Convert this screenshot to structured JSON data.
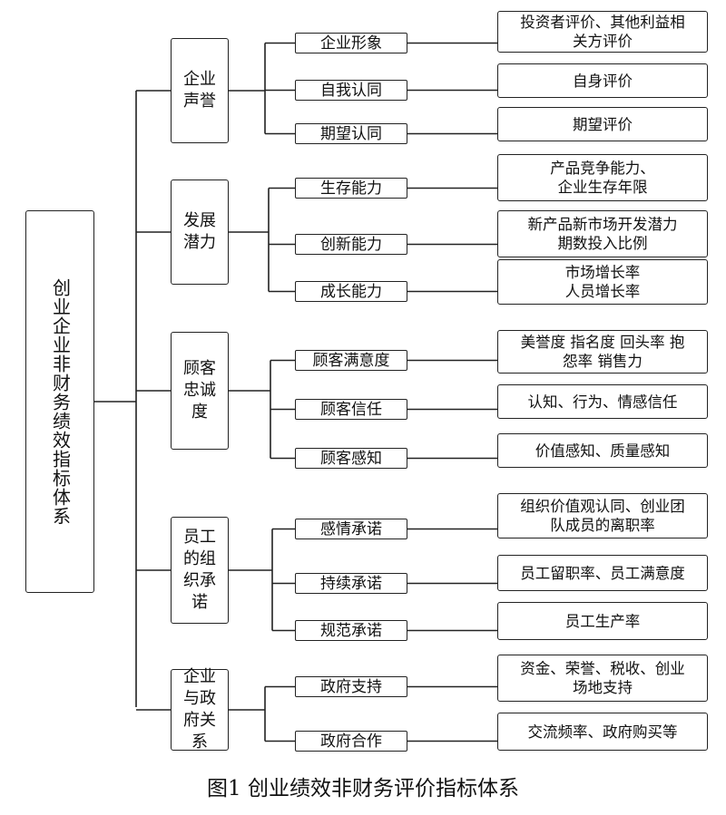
{
  "root": "创业企业非财务绩效指标体系",
  "caption": "图1 创业绩效非财务评价指标体系",
  "categories": [
    {
      "label": "企业\n声誉",
      "subs": [
        {
          "label": "企业形象",
          "indicator": "投资者评价、其他利益相\n关方评价"
        },
        {
          "label": "自我认同",
          "indicator": "自身评价"
        },
        {
          "label": "期望认同",
          "indicator": "期望评价"
        }
      ]
    },
    {
      "label": "发展\n潜力",
      "subs": [
        {
          "label": "生存能力",
          "indicator": "产品竞争能力、\n企业生存年限"
        },
        {
          "label": "创新能力",
          "indicator": "新产品新市场开发潜力\n期数投入比例"
        },
        {
          "label": "成长能力",
          "indicator": "市场增长率\n人员增长率"
        }
      ]
    },
    {
      "label": "顾客\n忠诚\n度",
      "subs": [
        {
          "label": "顾客满意度",
          "indicator": "美誉度 指名度 回头率 抱\n怨率 销售力"
        },
        {
          "label": "顾客信任",
          "indicator": "认知、行为、情感信任"
        },
        {
          "label": "顾客感知",
          "indicator": "价值感知、质量感知"
        }
      ]
    },
    {
      "label": "员工\n的组\n织承\n诺",
      "subs": [
        {
          "label": "感情承诺",
          "indicator": "组织价值观认同、创业团\n队成员的离职率"
        },
        {
          "label": "持续承诺",
          "indicator": "员工留职率、员工满意度"
        },
        {
          "label": "规范承诺",
          "indicator": "员工生产率"
        }
      ]
    },
    {
      "label": "企业\n与政\n府关\n系",
      "subs": [
        {
          "label": "政府支持",
          "indicator": "资金、荣誉、税收、创业\n场地支持"
        },
        {
          "label": "政府合作",
          "indicator": "交流频率、政府购买等"
        }
      ]
    }
  ]
}
